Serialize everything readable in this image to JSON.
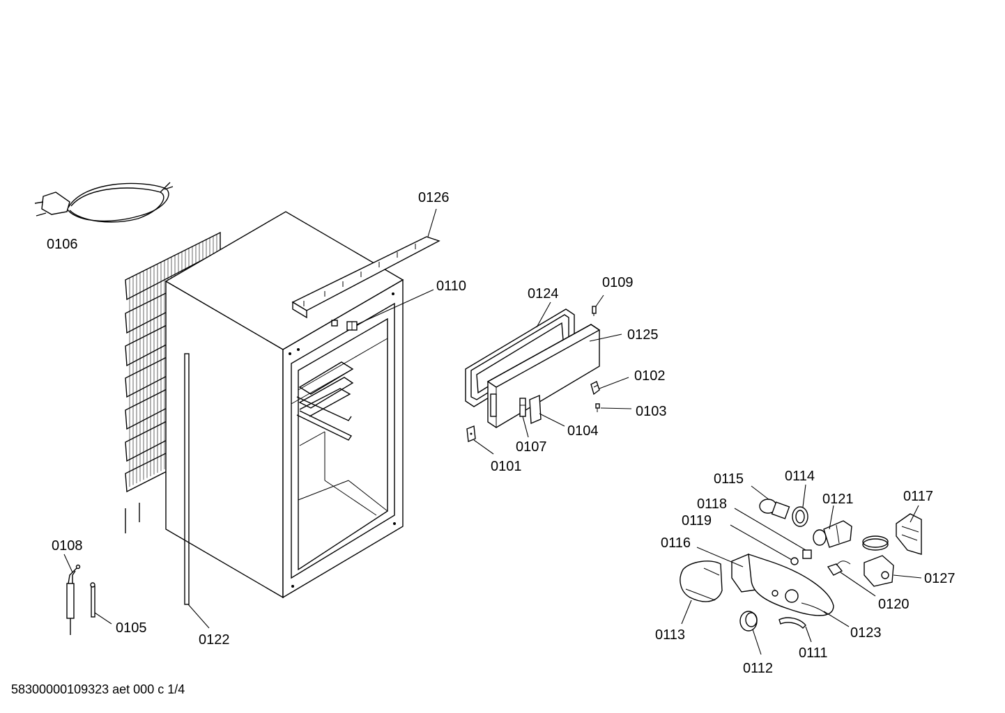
{
  "drawing": {
    "footer": "58300000109323 aet 000 c 1/4"
  },
  "labels": {
    "p0106": "0106",
    "p0126": "0126",
    "p0110": "0110",
    "p0124": "0124",
    "p0109": "0109",
    "p0125": "0125",
    "p0102": "0102",
    "p0103": "0103",
    "p0104": "0104",
    "p0107": "0107",
    "p0101": "0101",
    "p0115": "0115",
    "p0114": "0114",
    "p0121": "0121",
    "p0117": "0117",
    "p0118": "0118",
    "p0119": "0119",
    "p0116": "0116",
    "p0127": "0127",
    "p0120": "0120",
    "p0123": "0123",
    "p0113": "0113",
    "p0111": "0111",
    "p0112": "0112",
    "p0108": "0108",
    "p0105": "0105",
    "p0122": "0122"
  }
}
